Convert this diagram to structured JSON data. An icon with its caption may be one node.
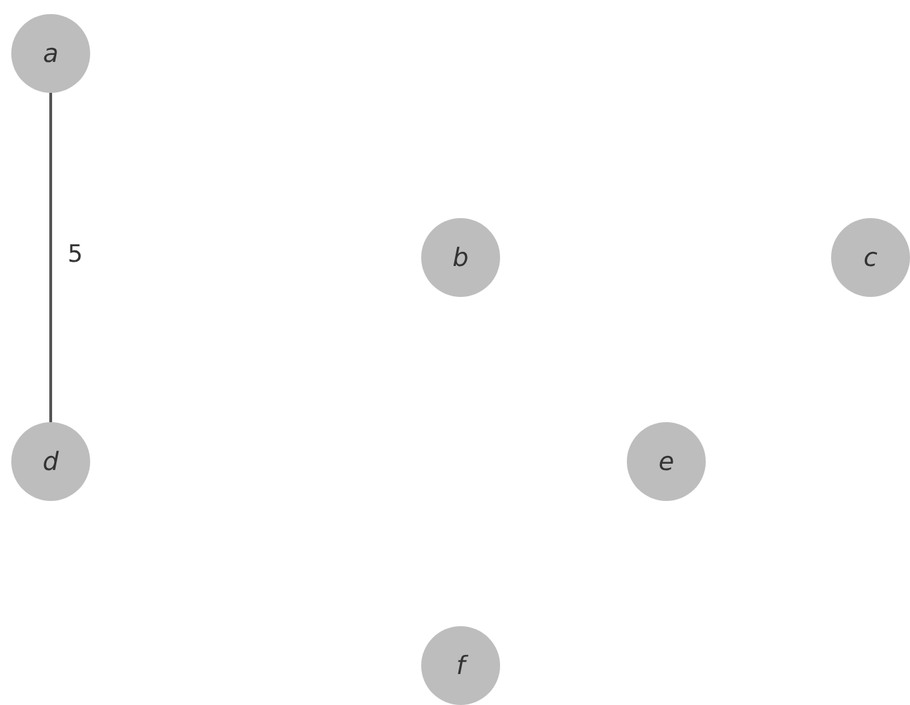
{
  "diagram": {
    "nodes": [
      {
        "text": [
          "a"
        ]
      },
      {
        "text": [
          "b"
        ]
      },
      {
        "text": [
          "c"
        ]
      },
      {
        "text": [
          "d"
        ]
      },
      {
        "text": [
          "e"
        ]
      },
      {
        "text": [
          "f"
        ]
      }
    ],
    "edges": [
      {
        "from": 0,
        "to": 3,
        "arrow": "none",
        "label": "5"
      }
    ]
  }
}
